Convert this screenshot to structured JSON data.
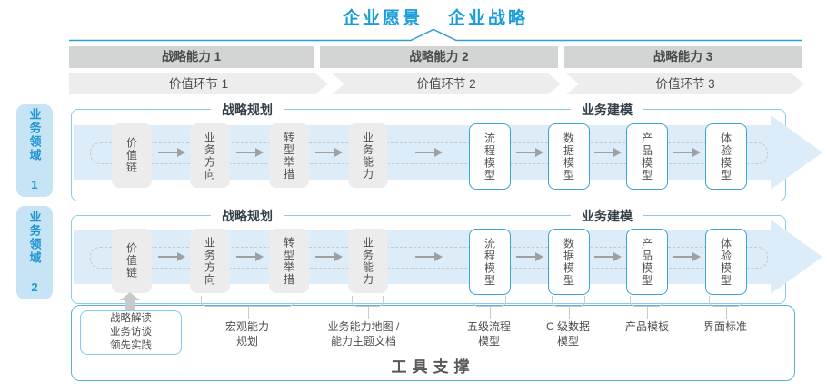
{
  "title": {
    "vision": "企业愿景",
    "strategy": "企业战略"
  },
  "capability_bars": [
    "战略能力 1",
    "战略能力 2",
    "战略能力 3"
  ],
  "value_chain": [
    "价值环节 1",
    "价值环节 2",
    "价值环节 3"
  ],
  "domains": [
    "业务领域 1",
    "业务领域 2"
  ],
  "rows": [
    {
      "planning_header": "战略规划",
      "modeling_header": "业务建模",
      "boxes": [
        "价值链",
        "业务方向",
        "转型举措",
        "业务能力",
        "流程模型",
        "数据模型",
        "产品模型",
        "体验模型"
      ]
    },
    {
      "planning_header": "战略规划",
      "modeling_header": "业务建模",
      "boxes": [
        "价值链",
        "业务方向",
        "转型举措",
        "业务能力",
        "流程模型",
        "数据模型",
        "产品模型",
        "体验模型"
      ]
    }
  ],
  "annotations": {
    "insight_box": [
      "战略解读",
      "业务访谈",
      "领先实践"
    ],
    "labels": [
      [
        "宏观能力",
        "规划"
      ],
      [
        "业务能力地图 /",
        "能力主题文档"
      ],
      [
        "五级流程",
        "模型"
      ],
      [
        "C 级数据",
        "模型"
      ],
      [
        "产品模板"
      ],
      [
        "界面标准"
      ]
    ]
  },
  "tool_support": "工具支撑",
  "colors": {
    "accent_blue": "#199edb",
    "light_blue_fill": "#c6e4f5",
    "band_blue": "#dcecf8",
    "bar_gray": "#d3d4d4",
    "chevron_gray": "#ededee",
    "box_gray": "#ececec",
    "box_border_blue": "#3ba4d8",
    "container_border_blue": "#8ccbe7",
    "text_dark": "#4d4e4f",
    "header_navy": "#333f48"
  }
}
